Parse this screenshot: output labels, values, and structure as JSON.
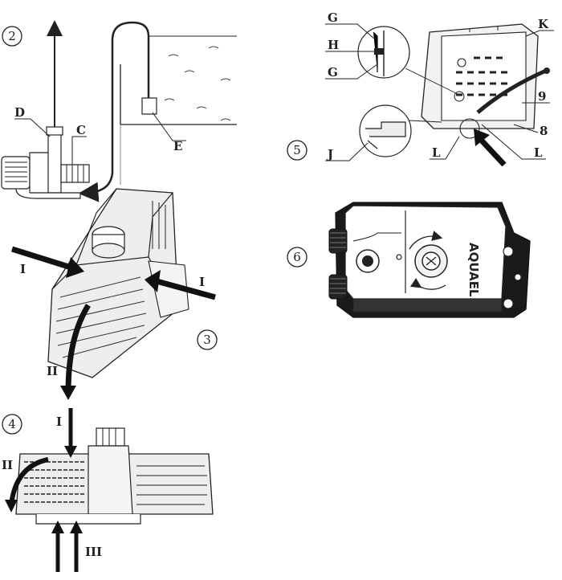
{
  "figures": {
    "fig2": {
      "number": "2",
      "labels": {
        "D": "D",
        "C": "C",
        "E": "E"
      }
    },
    "fig3": {
      "number": "3",
      "labels": {
        "I_left": "I",
        "I_right": "I",
        "II": "II"
      }
    },
    "fig4": {
      "number": "4",
      "labels": {
        "I": "I",
        "II": "II",
        "III": "III"
      }
    },
    "fig5": {
      "number": "5",
      "labels": {
        "G_top": "G",
        "H": "H",
        "G_bottom": "G",
        "J": "J",
        "L_left": "L",
        "L_right": "L",
        "K": "K",
        "n9": "9",
        "n8": "8"
      }
    },
    "fig6": {
      "number": "6",
      "brand": "AQUAEL"
    }
  },
  "colors": {
    "ink": "#222222",
    "body_gray": "#e6e6e6",
    "dark": "#1a1a1a"
  }
}
